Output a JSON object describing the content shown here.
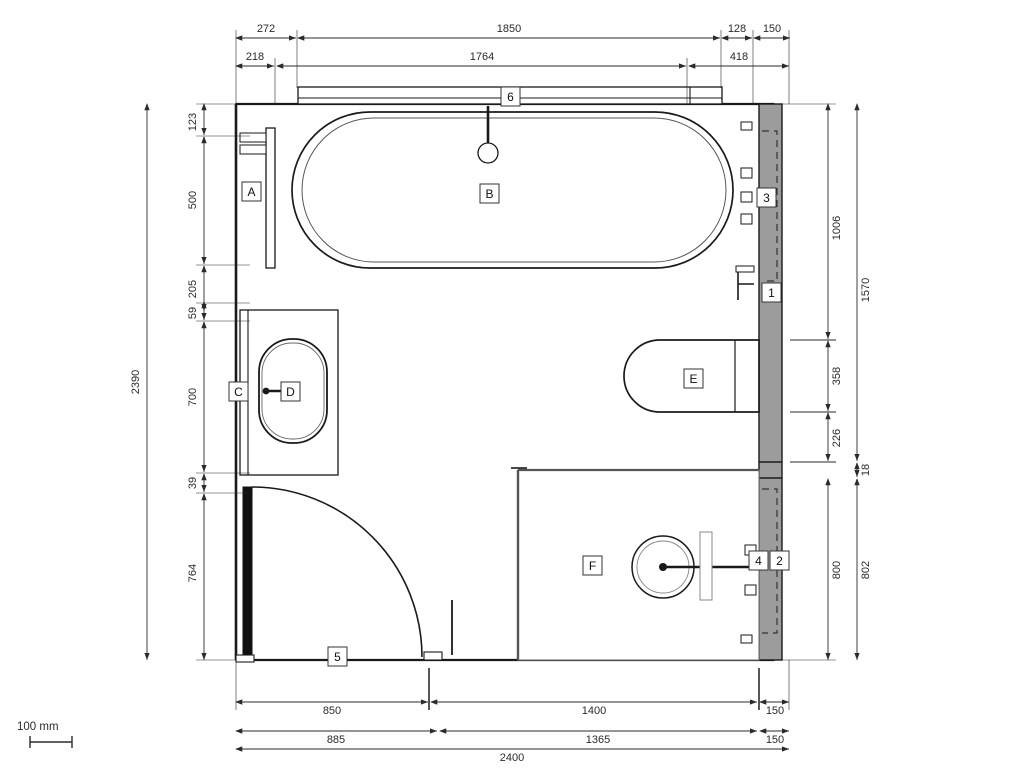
{
  "drawing": {
    "type": "architectural-floor-plan",
    "subject": "bathroom",
    "units": "mm",
    "scale_bar": {
      "label": "100 mm",
      "value": 100,
      "unit": "mm"
    },
    "wall_fill_color": "#9c9c9c",
    "line_color": "#1a1a1a"
  },
  "dimensions": {
    "top_outer_chain": [
      "272",
      "1850",
      "128",
      "150"
    ],
    "top_inner_chain": [
      "218",
      "1764",
      "418"
    ],
    "left_chain": [
      "123",
      "500",
      "205",
      "59",
      "700",
      "39",
      "764"
    ],
    "left_overall": "2390",
    "right_inner_chain": [
      "1006",
      "358",
      "226",
      "800"
    ],
    "right_outer_chain": [
      "1570",
      "18",
      "802"
    ],
    "bottom_inner_chain": [
      "850",
      "1400",
      "150"
    ],
    "bottom_middle_chain": [
      "885",
      "1365",
      "150"
    ],
    "bottom_overall": "2400"
  },
  "callouts": {
    "letters": [
      {
        "id": "A",
        "meaning": "radiator-towel-rail"
      },
      {
        "id": "B",
        "meaning": "bathtub"
      },
      {
        "id": "C",
        "meaning": "wall-mounted-tap"
      },
      {
        "id": "D",
        "meaning": "washbasin"
      },
      {
        "id": "E",
        "meaning": "wall-hung-toilet"
      },
      {
        "id": "F",
        "meaning": "shower-tray"
      }
    ],
    "numbers": [
      {
        "id": "1",
        "meaning": "wall-fitting-lower"
      },
      {
        "id": "2",
        "meaning": "installation-wall"
      },
      {
        "id": "3",
        "meaning": "wall-fitting-upper"
      },
      {
        "id": "4",
        "meaning": "shower-mixer"
      },
      {
        "id": "5",
        "meaning": "door-leaf"
      },
      {
        "id": "6",
        "meaning": "wall-shelf-rail"
      }
    ]
  }
}
